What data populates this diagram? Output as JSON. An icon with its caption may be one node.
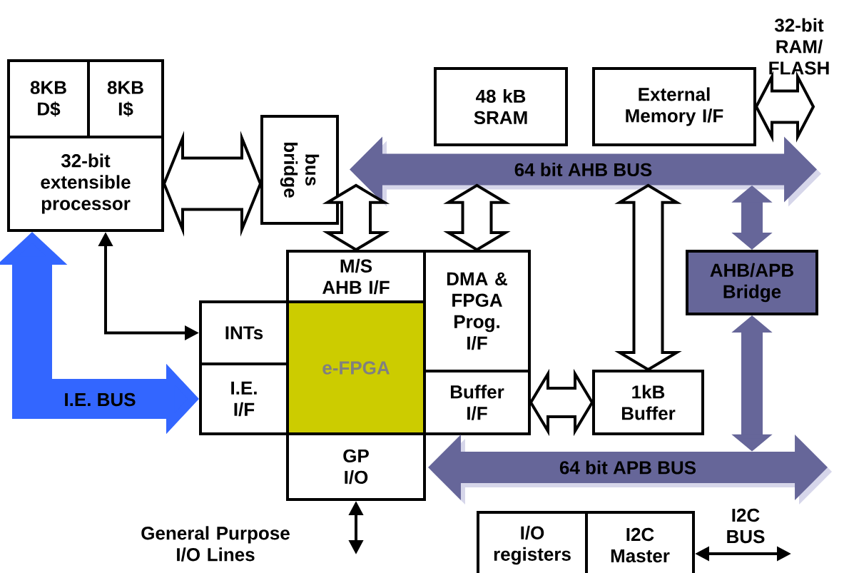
{
  "diagram": {
    "nodes": [
      {
        "text": [
          "8KB D$"
        ]
      },
      {
        "text": [
          "8KB I$"
        ]
      },
      {
        "text": [
          "32-bit extensible processor"
        ]
      },
      {
        "text": [
          "bus bridge"
        ]
      },
      {
        "text": [
          "48 kB SRAM"
        ]
      },
      {
        "text": [
          "External Memory I/F"
        ]
      },
      {
        "text": [
          "32-bit RAM/ FLASH"
        ]
      },
      {
        "text": [
          "64 bit AHB BUS"
        ]
      },
      {
        "text": [
          "M/S AHB I/F"
        ]
      },
      {
        "text": [
          "DMA & FPGA Prog. I/F"
        ]
      },
      {
        "text": [
          "INTs"
        ]
      },
      {
        "text": [
          "e-FPGA"
        ]
      },
      {
        "text": [
          "I.E. I/F"
        ]
      },
      {
        "text": [
          "Buffer I/F"
        ]
      },
      {
        "text": [
          "GP I/O"
        ]
      },
      {
        "text": [
          "AHB/APB Bridge"
        ]
      },
      {
        "text": [
          "1kB Buffer"
        ]
      },
      {
        "text": [
          "64 bit APB BUS"
        ]
      },
      {
        "text": [
          "I/O registers"
        ]
      },
      {
        "text": [
          "I2C Master"
        ]
      }
    ],
    "edges": [
      {
        "from": 2,
        "to": 3,
        "arrow": "both",
        "style": "thick"
      },
      {
        "from": 7,
        "to": 8,
        "arrow": "both",
        "style": "thick"
      },
      {
        "from": 7,
        "to": 9,
        "arrow": "both",
        "style": "thick"
      },
      {
        "from": 7,
        "to": 16,
        "arrow": "both",
        "style": "thick"
      },
      {
        "from": 5,
        "to": 6,
        "arrow": "both",
        "style": "thick"
      },
      {
        "from": 13,
        "to": 16,
        "arrow": "both",
        "style": "thick"
      },
      {
        "from": 7,
        "to": 15,
        "arrow": "both",
        "style": "thick",
        "color": "#666699"
      },
      {
        "from": 15,
        "to": 17,
        "arrow": "both",
        "style": "thick",
        "color": "#666699"
      },
      {
        "from": 2,
        "to": 10,
        "arrow": "both"
      },
      {
        "from": 2,
        "to": 12,
        "arrow": "both",
        "label": "I.E. BUS",
        "style": "thick",
        "color": "#3366ff"
      },
      {
        "from": 14,
        "to": null,
        "arrow": "both"
      },
      {
        "from": 19,
        "to": null,
        "arrow": "both",
        "label": "I2C BUS"
      }
    ],
    "labels": [
      "General Purpose I/O Lines"
    ]
  }
}
